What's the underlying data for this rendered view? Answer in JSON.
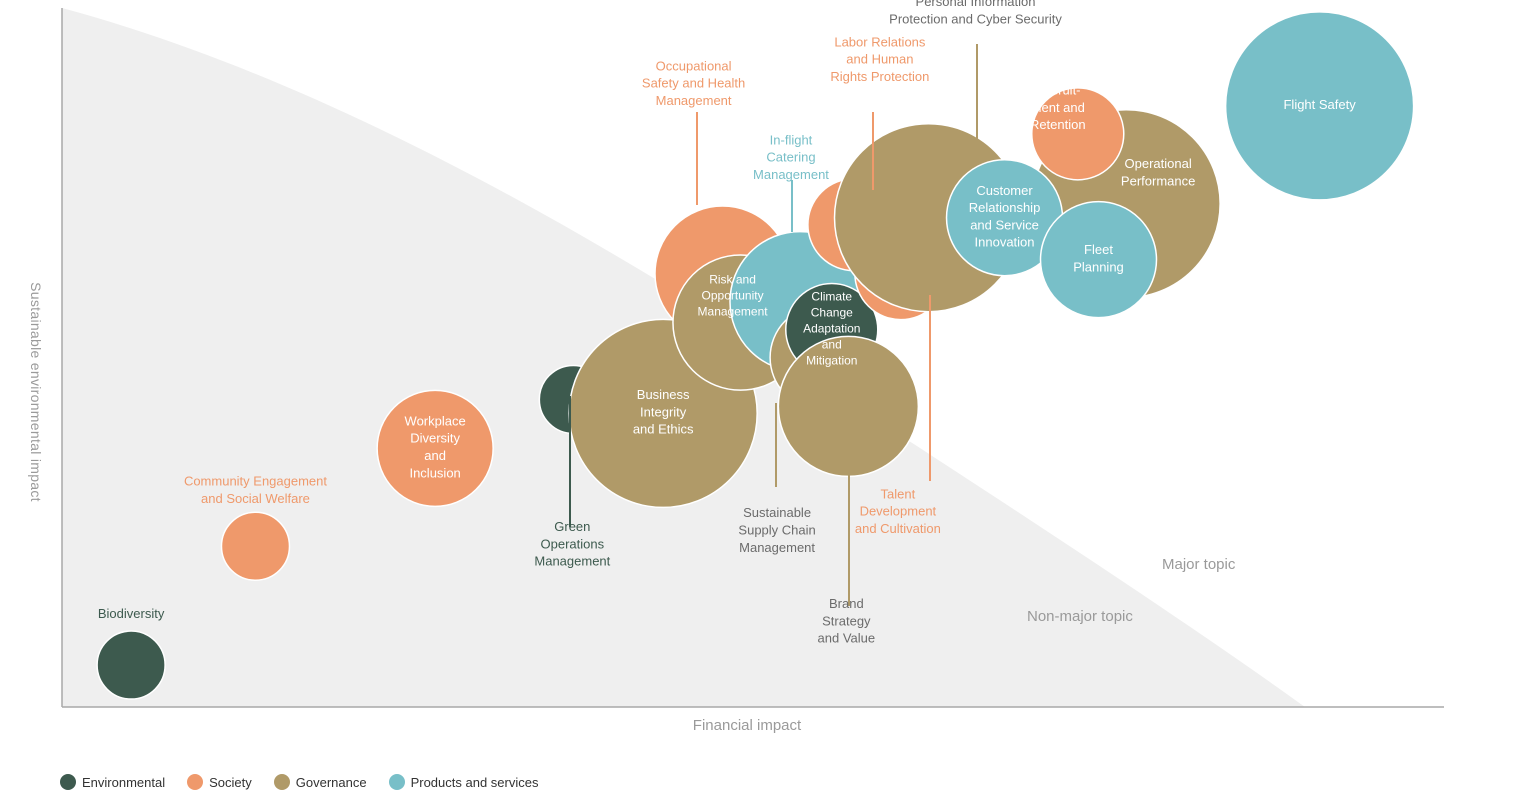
{
  "chart_data": {
    "type": "bubble",
    "xlabel": "Financial impact",
    "ylabel": "Sustainable environmental impact",
    "zones": {
      "major": "Major topic",
      "non_major": "Non-major topic"
    },
    "legend": [
      {
        "key": "env",
        "label": "Environmental",
        "color": "#3d5a4e"
      },
      {
        "key": "soc",
        "label": "Society",
        "color": "#ef996b"
      },
      {
        "key": "gov",
        "label": "Governance",
        "color": "#b09a68"
      },
      {
        "key": "prod",
        "label": "Products and services",
        "color": "#78bfc8"
      }
    ],
    "points": [
      {
        "id": "biodiversity",
        "label": "Biodiversity",
        "category": "env",
        "x": 0.05,
        "y": 0.06,
        "size": 0.2
      },
      {
        "id": "community-engagement",
        "label": "Community Engagement\nand Social Welfare",
        "category": "soc",
        "x": 0.14,
        "y": 0.23,
        "size": 0.2
      },
      {
        "id": "workplace-diversity",
        "label": "Workplace\nDiversity\nand\nInclusion",
        "category": "soc",
        "x": 0.27,
        "y": 0.37,
        "size": 0.4
      },
      {
        "id": "green-operations",
        "label": "Green\nOperations\nManagement",
        "category": "env",
        "x": 0.37,
        "y": 0.44,
        "size": 0.2
      },
      {
        "id": "business-integrity",
        "label": "Business\nIntegrity\nand Ethics",
        "category": "gov",
        "x": 0.435,
        "y": 0.42,
        "size": 0.7
      },
      {
        "id": "occupational-safety",
        "label": "Occupational\nSafety and Health\nManagement",
        "category": "soc",
        "x": 0.478,
        "y": 0.62,
        "size": 0.48
      },
      {
        "id": "risk-opportunity",
        "label": "Risk and\nOpportunity\nManagement",
        "category": "gov",
        "x": 0.491,
        "y": 0.55,
        "size": 0.48
      },
      {
        "id": "inflight-catering",
        "label": "In-flight\nCatering\nManagement",
        "category": "prod",
        "x": 0.534,
        "y": 0.58,
        "size": 0.5
      },
      {
        "id": "sustainable-supply-chain",
        "label": "Sustainable\nSupply Chain\nManagement",
        "category": "gov",
        "x": 0.55,
        "y": 0.5,
        "size": 0.35
      },
      {
        "id": "climate-change",
        "label": "Climate\nChange\nAdaptation\nand\nMitigation",
        "category": "env",
        "x": 0.557,
        "y": 0.54,
        "size": 0.3
      },
      {
        "id": "brand-strategy",
        "label": "Brand\nStrategy\nand Value",
        "category": "gov",
        "x": 0.569,
        "y": 0.43,
        "size": 0.5
      },
      {
        "id": "labor-relations",
        "label": "Labor Relations\nand Human\nRights Protection",
        "category": "soc",
        "x": 0.573,
        "y": 0.69,
        "size": 0.3
      },
      {
        "id": "talent-development",
        "label": "Talent\nDevelopment\nand Cultivation",
        "category": "soc",
        "x": 0.607,
        "y": 0.62,
        "size": 0.3
      },
      {
        "id": "personal-information",
        "label": "Personal Information\nProtection and Cyber Security",
        "category": "gov",
        "x": 0.627,
        "y": 0.7,
        "size": 0.7
      },
      {
        "id": "operational-performance",
        "label": "Operational\nPerformance",
        "category": "gov",
        "x": 0.77,
        "y": 0.72,
        "size": 0.7
      },
      {
        "id": "customer-relationship",
        "label": "Customer\nRelationship\nand Service\nInnovation",
        "category": "prod",
        "x": 0.682,
        "y": 0.7,
        "size": 0.4
      },
      {
        "id": "recruitment-retention",
        "label": "Recruit-\nment and\nRetention",
        "category": "soc",
        "x": 0.735,
        "y": 0.82,
        "size": 0.3
      },
      {
        "id": "fleet-planning",
        "label": "Fleet\nPlanning",
        "category": "prod",
        "x": 0.75,
        "y": 0.64,
        "size": 0.4
      },
      {
        "id": "flight-safety",
        "label": "Flight Safety",
        "category": "prod",
        "x": 0.91,
        "y": 0.86,
        "size": 0.7
      }
    ]
  }
}
